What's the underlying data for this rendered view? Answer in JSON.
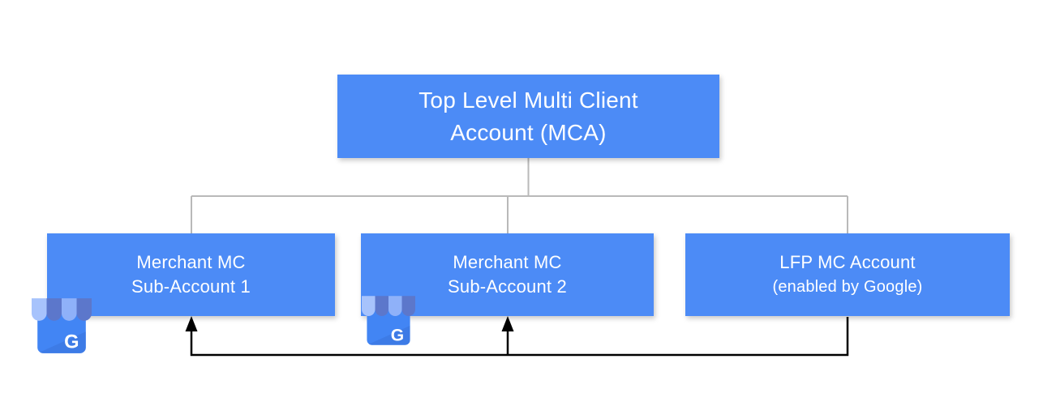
{
  "nodes": {
    "mca": {
      "line1": "Top Level Multi Client",
      "line2": "Account (MCA)"
    },
    "sub1": {
      "line1": "Merchant MC",
      "line2": "Sub-Account 1"
    },
    "sub2": {
      "line1": "Merchant MC",
      "line2": "Sub-Account 2"
    },
    "lfp": {
      "line1": "LFP MC Account",
      "line2": "(enabled by Google)"
    }
  },
  "icons": {
    "gmb_name": "google-my-business-storefront-icon",
    "gmb_letter": "G"
  },
  "colors": {
    "node_fill": "#4c8bf6",
    "node_text": "#ffffff",
    "tree_line": "#b9b9b9",
    "flow_line": "#000000",
    "gmb_body": "#4285f4",
    "gmb_shade": "#3c78e2",
    "gmb_awning_dark": "#5c77cb",
    "gmb_awning_light1": "#a7c3fc",
    "gmb_awning_light2": "#8fb1f9"
  }
}
